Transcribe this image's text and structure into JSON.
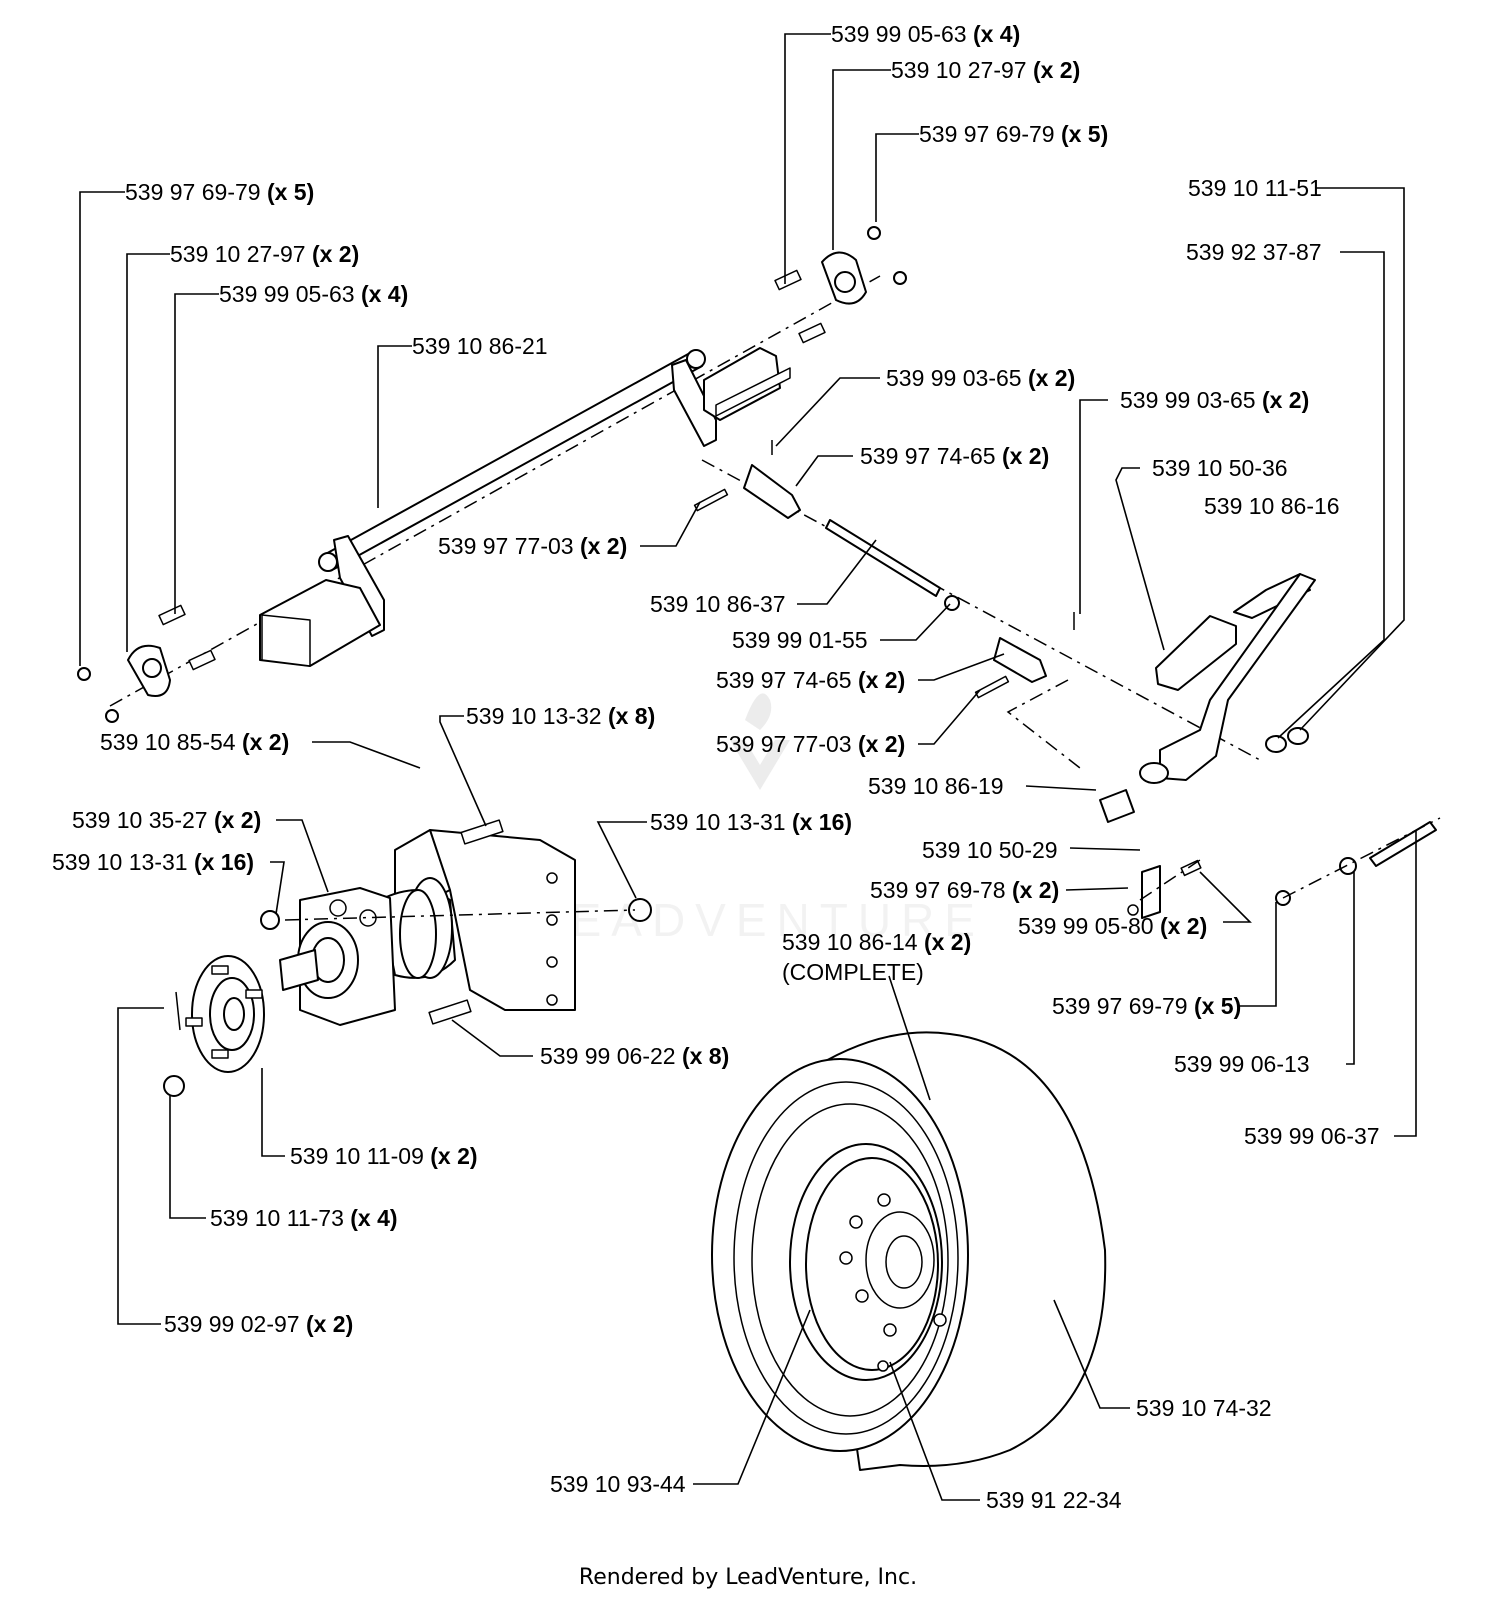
{
  "labels": [
    {
      "id": "l01",
      "part": "539 99 05-63",
      "qty": "(x 4)"
    },
    {
      "id": "l02",
      "part": "539 10 27-97",
      "qty": "(x 2)"
    },
    {
      "id": "l03",
      "part": "539 97 69-79",
      "qty": "(x 5)"
    },
    {
      "id": "l04",
      "part": "539 97 69-79",
      "qty": "(x 5)"
    },
    {
      "id": "l05",
      "part": "539 10 27-97",
      "qty": "(x 2)"
    },
    {
      "id": "l06",
      "part": "539 99 05-63",
      "qty": "(x 4)"
    },
    {
      "id": "l07",
      "part": "539 10 86-21",
      "qty": ""
    },
    {
      "id": "l08",
      "part": "539 10 11-51",
      "qty": ""
    },
    {
      "id": "l09",
      "part": "539 92 37-87",
      "qty": ""
    },
    {
      "id": "l10",
      "part": "539 99 03-65",
      "qty": "(x 2)"
    },
    {
      "id": "l11",
      "part": "539 99 03-65",
      "qty": "(x 2)"
    },
    {
      "id": "l12",
      "part": "539 97 74-65",
      "qty": "(x 2)"
    },
    {
      "id": "l13",
      "part": "539 10 50-36",
      "qty": ""
    },
    {
      "id": "l14",
      "part": "539 10 86-16",
      "qty": ""
    },
    {
      "id": "l15",
      "part": "539 97 77-03",
      "qty": "(x 2)"
    },
    {
      "id": "l16",
      "part": "539 10 86-37",
      "qty": ""
    },
    {
      "id": "l17",
      "part": "539 99 01-55",
      "qty": ""
    },
    {
      "id": "l18",
      "part": "539 97 74-65",
      "qty": "(x 2)"
    },
    {
      "id": "l19",
      "part": "539 10 13-32",
      "qty": "(x 8)"
    },
    {
      "id": "l20",
      "part": "539 10 85-54",
      "qty": "(x 2)"
    },
    {
      "id": "l21",
      "part": "539 97 77-03",
      "qty": "(x 2)"
    },
    {
      "id": "l22",
      "part": "539 10 86-19",
      "qty": ""
    },
    {
      "id": "l23",
      "part": "539 10 35-27",
      "qty": "(x 2)"
    },
    {
      "id": "l24",
      "part": "539 10 13-31",
      "qty": "(x 16)"
    },
    {
      "id": "l25",
      "part": "539 10 13-31",
      "qty": "(x 16)"
    },
    {
      "id": "l26",
      "part": "539 10 50-29",
      "qty": ""
    },
    {
      "id": "l27",
      "part": "539 97 69-78",
      "qty": "(x 2)"
    },
    {
      "id": "l28",
      "part": "539 99 05-80",
      "qty": "(x 2)"
    },
    {
      "id": "l29",
      "part": "539 10 86-14",
      "qty": "(x 2)"
    },
    {
      "id": "l30",
      "part": "539 97 69-79",
      "qty": "(x 5)"
    },
    {
      "id": "l31",
      "part": "539 99 06-22",
      "qty": "(x 8)"
    },
    {
      "id": "l32",
      "part": "539 99 06-13",
      "qty": ""
    },
    {
      "id": "l33",
      "part": "539 99 06-37",
      "qty": ""
    },
    {
      "id": "l34",
      "part": "539 10 11-09",
      "qty": "(x 2)"
    },
    {
      "id": "l35",
      "part": "539 10 11-73",
      "qty": "(x 4)"
    },
    {
      "id": "l36",
      "part": "539 99 02-97",
      "qty": "(x 2)"
    },
    {
      "id": "l37",
      "part": "539 10 74-32",
      "qty": ""
    },
    {
      "id": "l38",
      "part": "539 10 93-44",
      "qty": ""
    },
    {
      "id": "l39",
      "part": "539 91 22-34",
      "qty": ""
    }
  ],
  "complete_note": "(COMPLETE)",
  "watermark": "LEADVENTURE",
  "footer": "Rendered by LeadVenture, Inc."
}
